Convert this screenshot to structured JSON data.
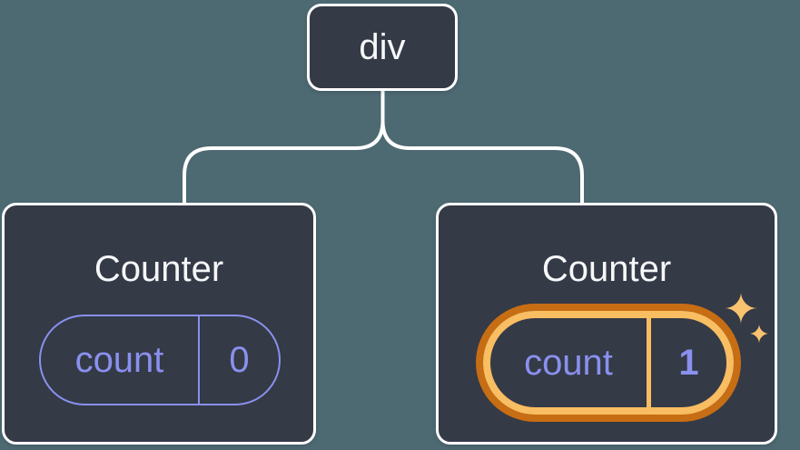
{
  "diagram": {
    "description": "React component tree: a div root with two Counter children; the second Counter's state changed and is highlighted",
    "background_color": "#4D6972",
    "node_fill_color": "#343A46",
    "node_border_color": "#FFFFFF",
    "connector_color": "#FFFFFF",
    "title_text_color": "#F6F7F9",
    "state_accent_color": "#8A90EE",
    "highlight_ring_outer_color": "#C76D13",
    "highlight_ring_inner_color": "#F9BD62",
    "sparkle_color": "#FAC36F",
    "root": {
      "label": "div"
    },
    "children": [
      {
        "title": "Counter",
        "highlighted": false,
        "state": {
          "key": "count",
          "value": "0"
        }
      },
      {
        "title": "Counter",
        "highlighted": true,
        "state": {
          "key": "count",
          "value": "1"
        }
      }
    ]
  }
}
